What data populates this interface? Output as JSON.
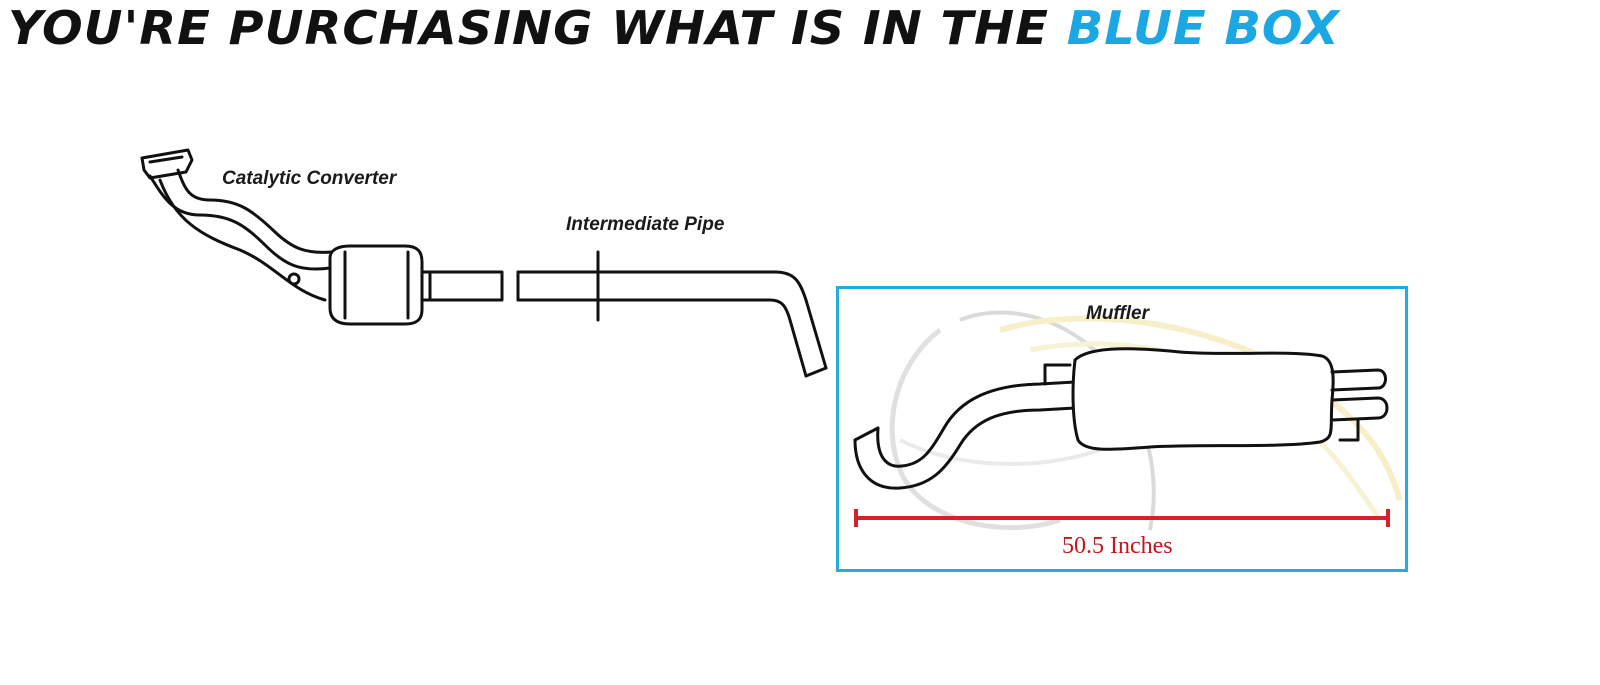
{
  "headline": {
    "text_main": "YOU'RE PURCHASING WHAT IS IN THE ",
    "text_accent": "BLUE BOX",
    "accent_color": "#1aa7e3"
  },
  "parts": {
    "catalytic_converter": "Catalytic Converter",
    "intermediate_pipe": "Intermediate Pipe",
    "muffler": "Muffler"
  },
  "dimension": {
    "label": "50.5 Inches",
    "color": "#c4161c"
  },
  "box_color": "#27a9e1"
}
